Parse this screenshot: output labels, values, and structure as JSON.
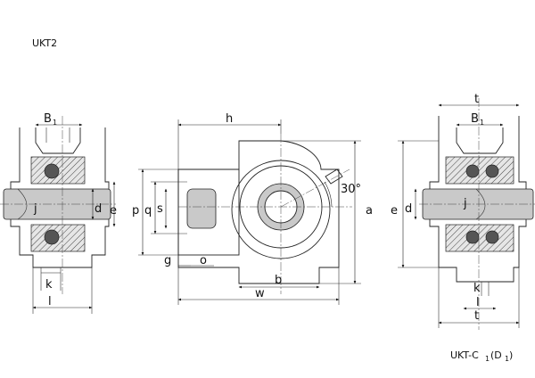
{
  "title": "UKT2",
  "footer": {
    "main": "UKT-C",
    "sub1": "1",
    "paren_open": "(D",
    "sub2": "1",
    "paren_close": ")"
  },
  "left_view": {
    "B_main": "B",
    "B_sub": "1",
    "j": "j",
    "d": "d",
    "e": "e",
    "k": "k",
    "l": "l"
  },
  "center_view": {
    "h": "h",
    "p": "p",
    "q": "q",
    "s": "s",
    "a": "a",
    "g": "g",
    "o": "o",
    "b": "b",
    "w": "w",
    "angle": "30°"
  },
  "right_view": {
    "t_top": "t",
    "B_main": "B",
    "B_sub": "1",
    "e": "e",
    "d": "d",
    "j": "j",
    "k": "k",
    "l": "l",
    "t_bottom": "t"
  }
}
